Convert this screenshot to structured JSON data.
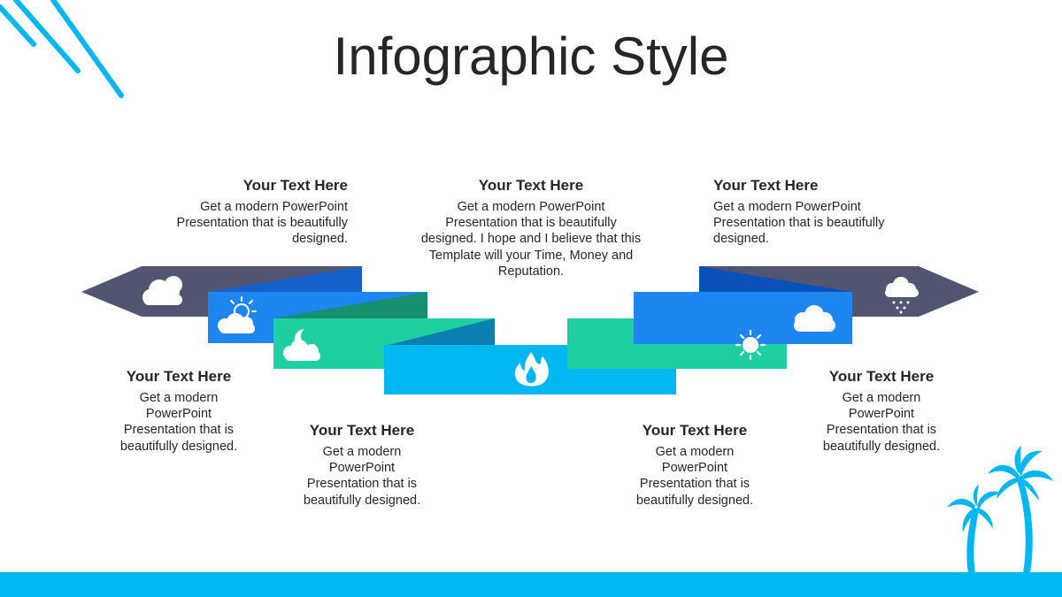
{
  "title": "Infographic Style",
  "colors": {
    "accent": "#00b7f1",
    "dark_slate": "#515572",
    "blue": "#1d86f0",
    "green": "#1ecfa2",
    "cyan": "#00b7f1",
    "text": "#262626"
  },
  "items": [
    {
      "id": "top-left",
      "heading": "Your Text Here",
      "lines": [
        "Get a modern PowerPoint",
        "Presentation that is beautifully",
        "designed."
      ]
    },
    {
      "id": "top-center",
      "heading": "Your Text Here",
      "lines": [
        "Get a modern PowerPoint",
        "Presentation that is beautifully",
        "designed. I hope and I believe that this",
        "Template will your Time, Money and",
        "Reputation."
      ]
    },
    {
      "id": "top-right",
      "heading": "Your Text Here",
      "lines": [
        "Get a modern PowerPoint",
        "Presentation that is beautifully",
        "designed."
      ]
    },
    {
      "id": "bottom-far-left",
      "heading": "Your Text Here",
      "lines": [
        "Get a modern",
        "PowerPoint",
        "Presentation that is",
        "beautifully designed."
      ]
    },
    {
      "id": "bottom-left",
      "heading": "Your Text Here",
      "lines": [
        "Get a modern",
        "PowerPoint",
        "Presentation that is",
        "beautifully designed."
      ]
    },
    {
      "id": "bottom-right",
      "heading": "Your Text Here",
      "lines": [
        "Get a modern",
        "PowerPoint",
        "Presentation that is",
        "beautifully designed."
      ]
    },
    {
      "id": "bottom-far-right",
      "heading": "Your Text Here",
      "lines": [
        "Get a modern",
        "PowerPoint",
        "Presentation that is",
        "beautifully designed."
      ]
    }
  ],
  "icons": [
    "cloud-icon",
    "partly-sunny-icon",
    "night-cloud-icon",
    "fire-icon",
    "sun-icon",
    "cloud-icon",
    "rain-cloud-icon"
  ]
}
